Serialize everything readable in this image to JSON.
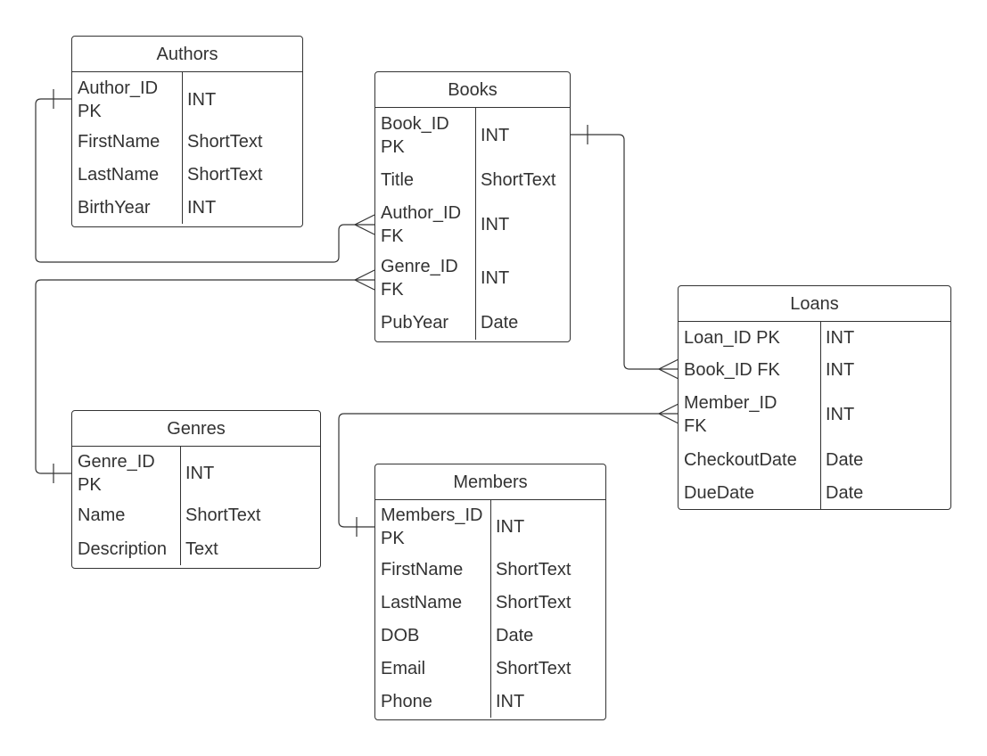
{
  "diagram": {
    "entities": [
      {
        "title": "Authors",
        "fields": [
          {
            "name": "Author_ID\nPK",
            "type": "INT"
          },
          {
            "name": "FirstName",
            "type": "ShortText"
          },
          {
            "name": "LastName",
            "type": "ShortText"
          },
          {
            "name": "BirthYear",
            "type": "INT"
          }
        ]
      },
      {
        "title": "Books",
        "fields": [
          {
            "name": "Book_ID\nPK",
            "type": "INT"
          },
          {
            "name": "Title",
            "type": "ShortText"
          },
          {
            "name": "Author_ID\nFK",
            "type": "INT"
          },
          {
            "name": "Genre_ID\nFK",
            "type": "INT"
          },
          {
            "name": "PubYear",
            "type": "Date"
          }
        ]
      },
      {
        "title": "Loans",
        "fields": [
          {
            "name": "Loan_ID PK",
            "type": "INT"
          },
          {
            "name": "Book_ID FK",
            "type": "INT"
          },
          {
            "name": "Member_ID\nFK",
            "type": "INT"
          },
          {
            "name": "CheckoutDate",
            "type": "Date"
          },
          {
            "name": "DueDate",
            "type": "Date"
          }
        ]
      },
      {
        "title": "Genres",
        "fields": [
          {
            "name": "Genre_ID\nPK",
            "type": "INT"
          },
          {
            "name": "Name",
            "type": "ShortText"
          },
          {
            "name": "Description",
            "type": "Text"
          }
        ]
      },
      {
        "title": "Members",
        "fields": [
          {
            "name": "Members_ID\nPK",
            "type": "INT"
          },
          {
            "name": "FirstName",
            "type": "ShortText"
          },
          {
            "name": "LastName",
            "type": "ShortText"
          },
          {
            "name": "DOB",
            "type": "Date"
          },
          {
            "name": "Email",
            "type": "ShortText"
          },
          {
            "name": "Phone",
            "type": "INT"
          }
        ]
      }
    ],
    "relationships": [
      {
        "from": "Authors.Author_ID",
        "from_cardinality": "one",
        "to": "Books.Author_ID",
        "to_cardinality": "many"
      },
      {
        "from": "Genres.Genre_ID",
        "from_cardinality": "one",
        "to": "Books.Genre_ID",
        "to_cardinality": "many"
      },
      {
        "from": "Books.Book_ID",
        "from_cardinality": "one",
        "to": "Loans.Book_ID",
        "to_cardinality": "many"
      },
      {
        "from": "Members.Members_ID",
        "from_cardinality": "one",
        "to": "Loans.Member_ID",
        "to_cardinality": "many"
      }
    ]
  }
}
